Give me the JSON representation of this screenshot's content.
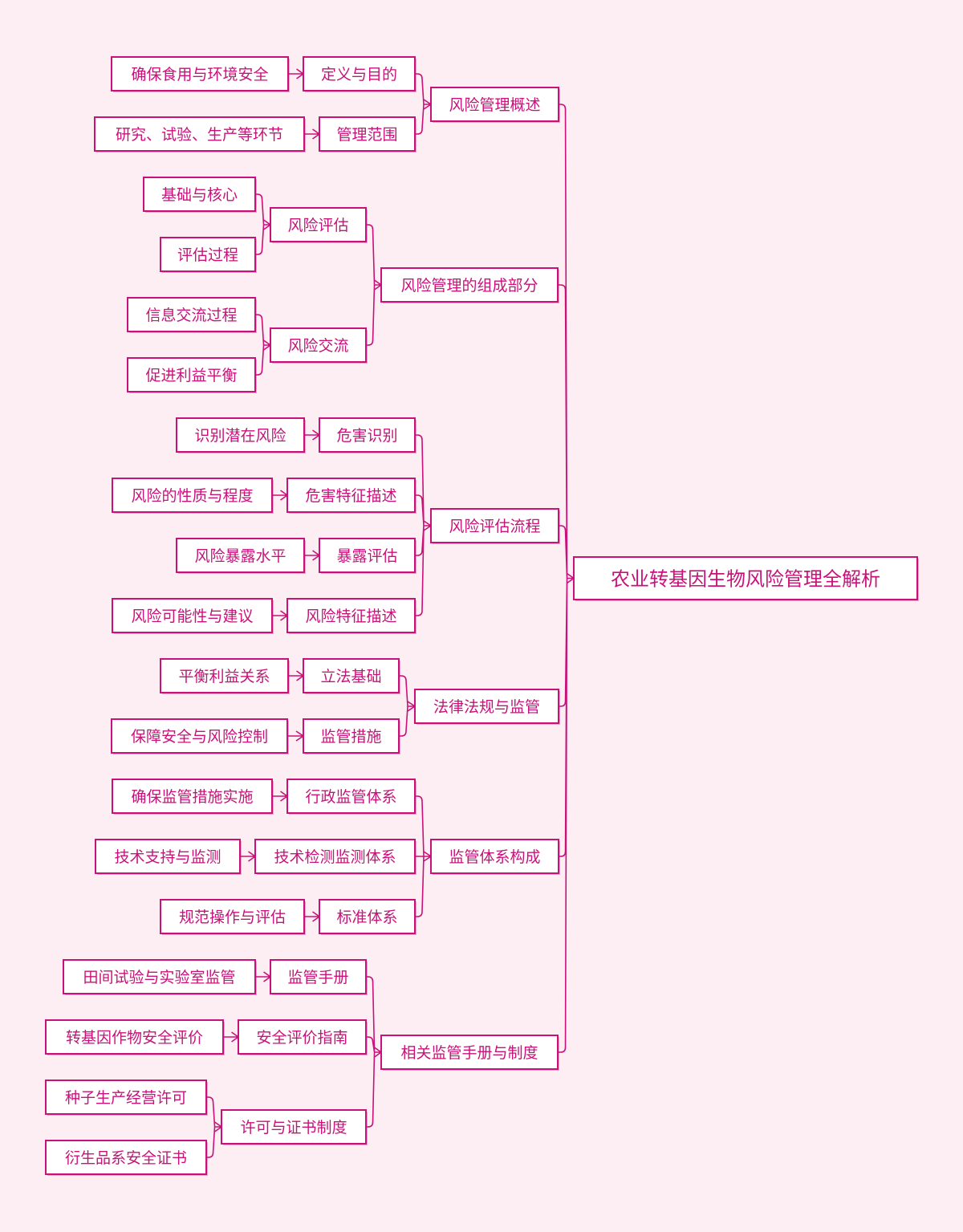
{
  "root": {
    "label": "农业转基因生物风险管理全解析",
    "children": [
      {
        "label": "风险管理概述",
        "children": [
          {
            "label": "定义与目的",
            "children": [
              {
                "label": "确保食用与环境安全"
              }
            ]
          },
          {
            "label": "管理范围",
            "children": [
              {
                "label": "研究、试验、生产等环节"
              }
            ]
          }
        ]
      },
      {
        "label": "风险管理的组成部分",
        "children": [
          {
            "label": "风险评估",
            "children": [
              {
                "label": "基础与核心"
              },
              {
                "label": "评估过程"
              }
            ]
          },
          {
            "label": "风险交流",
            "children": [
              {
                "label": "信息交流过程"
              },
              {
                "label": "促进利益平衡"
              }
            ]
          }
        ]
      },
      {
        "label": "风险评估流程",
        "children": [
          {
            "label": "危害识别",
            "children": [
              {
                "label": "识别潜在风险"
              }
            ]
          },
          {
            "label": "危害特征描述",
            "children": [
              {
                "label": "风险的性质与程度"
              }
            ]
          },
          {
            "label": "暴露评估",
            "children": [
              {
                "label": "风险暴露水平"
              }
            ]
          },
          {
            "label": "风险特征描述",
            "children": [
              {
                "label": "风险可能性与建议"
              }
            ]
          }
        ]
      },
      {
        "label": "法律法规与监管",
        "children": [
          {
            "label": "立法基础",
            "children": [
              {
                "label": "平衡利益关系"
              }
            ]
          },
          {
            "label": "监管措施",
            "children": [
              {
                "label": "保障安全与风险控制"
              }
            ]
          }
        ]
      },
      {
        "label": "监管体系构成",
        "children": [
          {
            "label": "行政监管体系",
            "children": [
              {
                "label": "确保监管措施实施"
              }
            ]
          },
          {
            "label": "技术检测监测体系",
            "children": [
              {
                "label": "技术支持与监测"
              }
            ]
          },
          {
            "label": "标准体系",
            "children": [
              {
                "label": "规范操作与评估"
              }
            ]
          }
        ]
      },
      {
        "label": "相关监管手册与制度",
        "children": [
          {
            "label": "监管手册",
            "children": [
              {
                "label": "田间试验与实验室监管"
              }
            ]
          },
          {
            "label": "安全评价指南",
            "children": [
              {
                "label": "转基因作物安全评价"
              }
            ]
          },
          {
            "label": "许可与证书制度",
            "children": [
              {
                "label": "种子生产经营许可"
              },
              {
                "label": "衍生品系安全证书"
              }
            ]
          }
        ]
      }
    ]
  }
}
